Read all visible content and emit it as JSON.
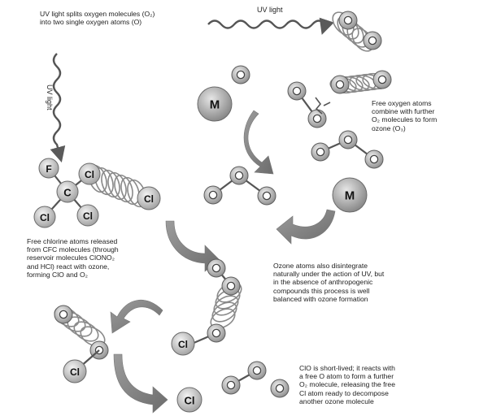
{
  "labels": {
    "uv_split": "UV light splits oxygen molecules (O₂)\ninto two single oxygen atoms (O)",
    "uv_light_top": "UV light",
    "uv_light_side": "UV light",
    "free_oxygen": "Free oxygen atoms\ncombine with further\nO₂ molecules to form\nozone (O₃)",
    "free_chlorine": "Free chlorine atoms released\nfrom CFC molecules (through\nreservoir molecules ClONO₂\nand HCl) react with ozone,\nforming ClO and O₂",
    "ozone_disintegrate": "Ozone atoms also disintegrate\nnaturally under the action of UV, but\nin the absence of anthropogenic\ncompounds this process is well\nbalanced with ozone formation",
    "clo_short": "ClO is short-lived; it reacts with\na free O atom to form a further\nO₂ molecule, releasing the free\nCl atom ready to decompose\nanother ozone molecule"
  },
  "atoms": {
    "m": "M",
    "f": "F",
    "c": "C",
    "cl": "Cl"
  }
}
